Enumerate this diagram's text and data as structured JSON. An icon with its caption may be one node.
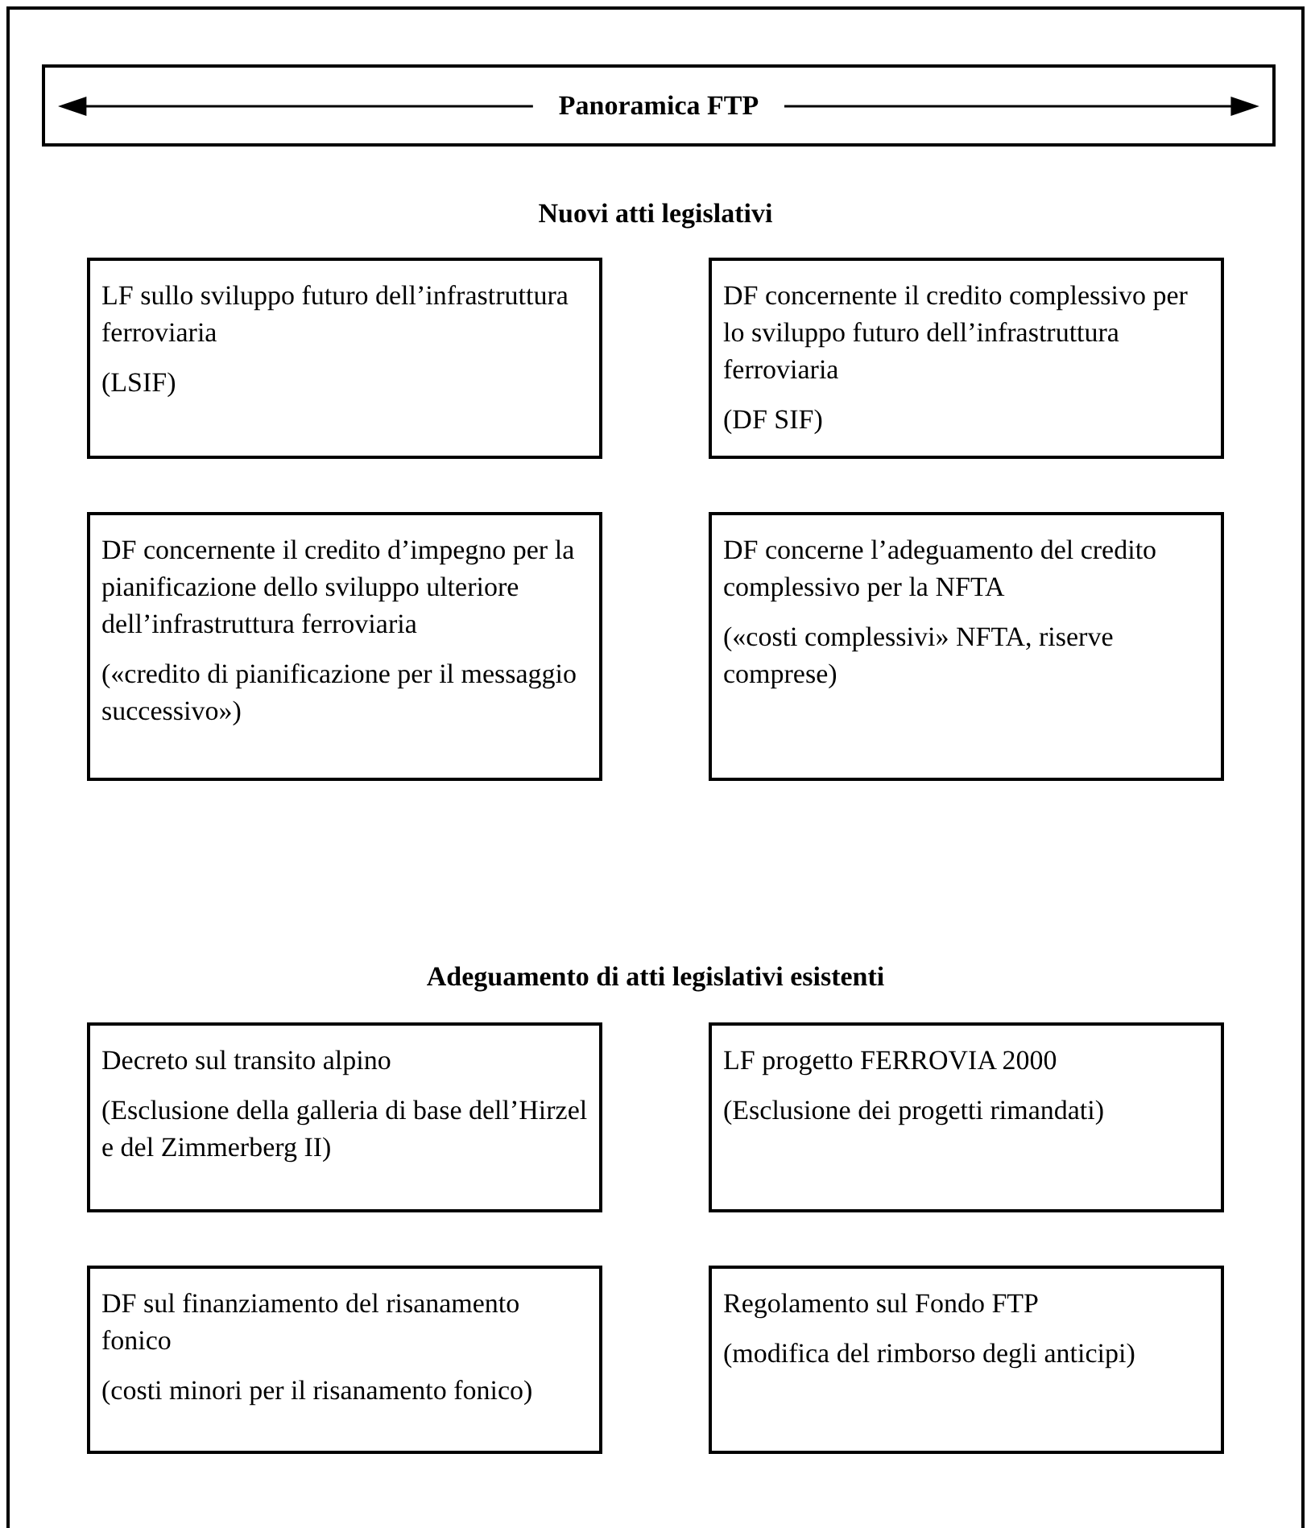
{
  "diagram": {
    "nodes": [
      {
        "text": [
          "Panoramica FTP"
        ]
      },
      {
        "text": [
          "LF sullo sviluppo futuro dell’infrastruttura ferroviaria",
          "(LSIF)"
        ]
      },
      {
        "text": [
          "DF concernente il credito complessivo per lo sviluppo futuro dell’infrastruttura ferroviaria",
          "(DF SIF)"
        ]
      },
      {
        "text": [
          "DF concernente il credito d’impegno per la pianificazione dello sviluppo ulteriore dell’infrastruttura ferroviaria",
          "(«credito di pianificazione per il messaggio successivo»)"
        ]
      },
      {
        "text": [
          "DF concerne l’adeguamento del credito complessivo per la NFTA",
          "(«costi complessivi» NFTA, riserve comprese)"
        ]
      },
      {
        "text": [
          "Decreto sul transito alpino",
          "(Esclusione della galleria di base dell’Hirzel e del Zimmerberg II)"
        ]
      },
      {
        "text": [
          "LF progetto FERROVIA 2000",
          "(Esclusione dei progetti rimandati)"
        ]
      },
      {
        "text": [
          "DF sul finanziamento del risanamento fonico",
          "(costi minori per il risanamento fonico)"
        ]
      },
      {
        "text": [
          "Regolamento sul Fondo FTP",
          "(modifica del rimborso degli anticipi)"
        ]
      }
    ],
    "labels": [
      "Nuovi atti legislativi",
      "Adeguamento di atti legislativi esistenti"
    ]
  }
}
